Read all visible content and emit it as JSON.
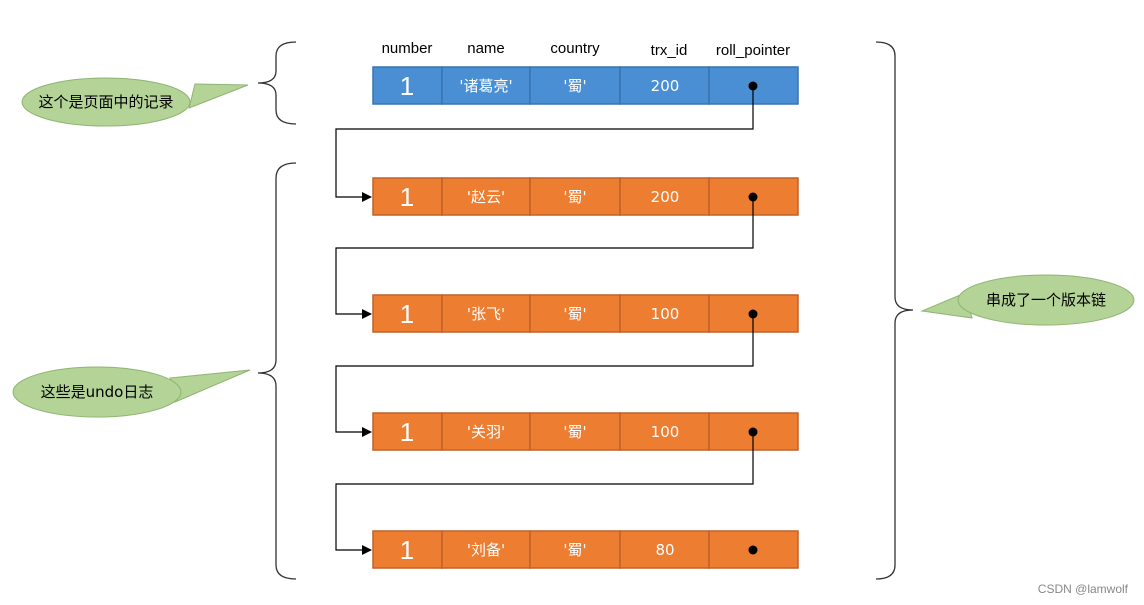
{
  "columns": [
    "number",
    "name",
    "country",
    "trx_id",
    "roll_pointer"
  ],
  "current_record": {
    "number": "1",
    "name": "'诸葛亮'",
    "country": "'蜀'",
    "trx_id": "200"
  },
  "undo_records": [
    {
      "number": "1",
      "name": "'赵云'",
      "country": "'蜀'",
      "trx_id": "200"
    },
    {
      "number": "1",
      "name": "'张飞'",
      "country": "'蜀'",
      "trx_id": "100"
    },
    {
      "number": "1",
      "name": "'关羽'",
      "country": "'蜀'",
      "trx_id": "100"
    },
    {
      "number": "1",
      "name": "'刘备'",
      "country": "'蜀'",
      "trx_id": "80"
    }
  ],
  "callouts": {
    "page_record": "这个是页面中的记录",
    "undo_logs": "这些是undo日志",
    "version_chain": "串成了一个版本链"
  },
  "colors": {
    "current_fill": "#4a8fd4",
    "current_stroke": "#3b73ad",
    "undo_fill": "#ed7d31",
    "undo_stroke": "#c0612a",
    "callout_fill": "#b4d397",
    "callout_stroke": "#8fb472"
  },
  "watermark": "CSDN @lamwolf"
}
